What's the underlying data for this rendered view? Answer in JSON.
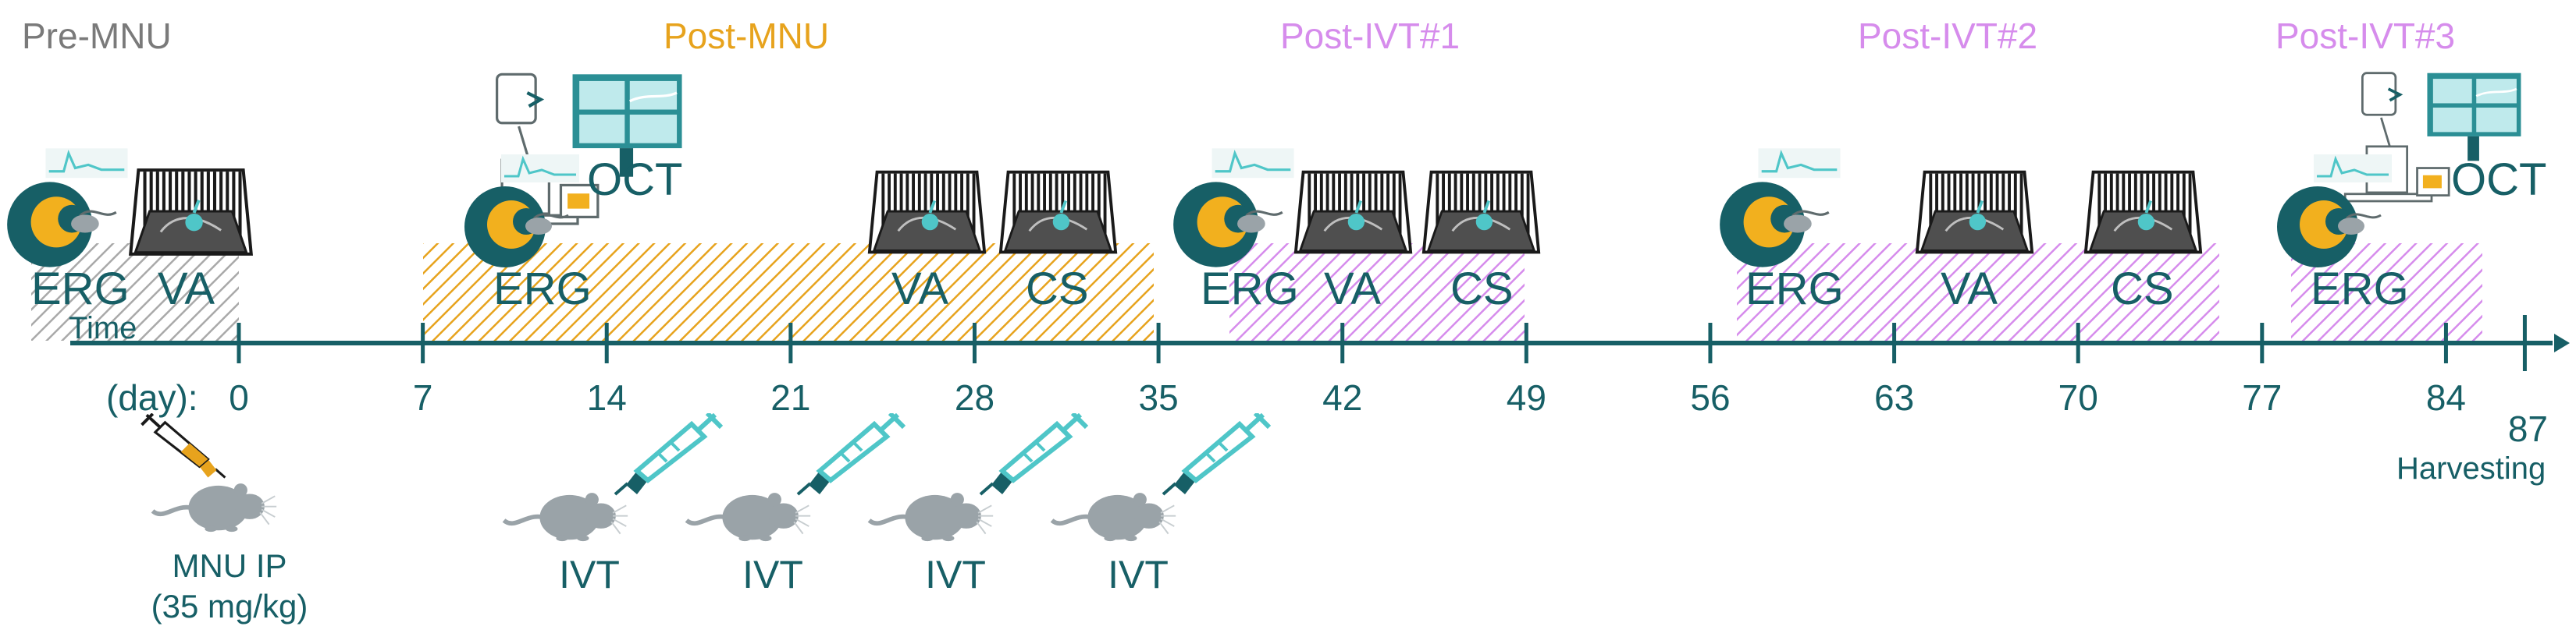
{
  "colors": {
    "teal": "#175f66",
    "gray": "#7a7a7a",
    "orange": "#e7a31d",
    "violet": "#d68cec",
    "cyan": "#4fc6c8",
    "mouse": "#9aa3a8",
    "ring": "#f2b01e"
  },
  "phases": [
    {
      "label": "Pre-MNU",
      "color": "#7a7a7a"
    },
    {
      "label": "Post-MNU",
      "color": "#e7a31d"
    },
    {
      "label": "Post-IVT#1",
      "color": "#d68cec"
    },
    {
      "label": "Post-IVT#2",
      "color": "#d68cec"
    },
    {
      "label": "Post-IVT#3",
      "color": "#d68cec"
    }
  ],
  "axis": {
    "time_label": "Time",
    "unit_label": "(day):",
    "ticks": [
      "0",
      "7",
      "14",
      "21",
      "28",
      "35",
      "42",
      "49",
      "56",
      "63",
      "70",
      "77",
      "84",
      "87"
    ],
    "harvest_label": "Harvesting"
  },
  "exams": {
    "erg": "ERG",
    "va": "VA",
    "cs": "CS",
    "oct": "OCT"
  },
  "injections": {
    "mnu_ip": "MNU IP",
    "mnu_dose": "(35 mg/kg)",
    "ivt": "IVT"
  },
  "icons": [
    "erg-device-icon",
    "optomotor-drum-icon",
    "oct-scanner-icon",
    "syringe-icon",
    "mouse-icon"
  ]
}
